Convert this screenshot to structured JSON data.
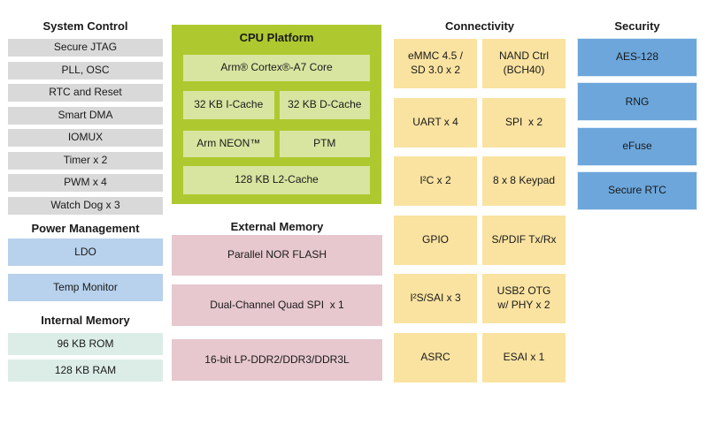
{
  "palette": {
    "gray": "#D9D9D9",
    "lime": "#AEC92F",
    "lime_light": "#D8E5A1",
    "pink": "#E6C8CE",
    "yellow": "#FAE3A1",
    "blue_light": "#B8D1EC",
    "blue": "#6CA6DB",
    "teal": "#DCEDE8",
    "text": "#1A1A1A",
    "background": "#FFFFFF"
  },
  "columns": {
    "system_control": {
      "title": "System Control",
      "items": [
        "Secure JTAG",
        "PLL, OSC",
        "RTC and Reset",
        "Smart DMA",
        "IOMUX",
        "Timer x 2",
        "PWM x 4",
        "Watch Dog x 3"
      ]
    },
    "power_management": {
      "title": "Power Management",
      "items": [
        "LDO",
        "Temp Monitor"
      ]
    },
    "internal_memory": {
      "title": "Internal Memory",
      "items": [
        "96 KB ROM",
        "128 KB RAM"
      ]
    },
    "cpu_platform": {
      "title": "CPU Platform",
      "core": "Arm® Cortex®-A7 Core",
      "icache": "32 KB I-Cache",
      "dcache": "32 KB D-Cache",
      "neon": "Arm NEON™",
      "ptm": "PTM",
      "l2cache": "128 KB L2-Cache"
    },
    "external_memory": {
      "title": "External Memory",
      "items": [
        "Parallel NOR FLASH",
        "Dual-Channel Quad SPI  x 1",
        "16-bit LP-DDR2/DDR3/DDR3L"
      ]
    },
    "connectivity": {
      "title": "Connectivity",
      "items": [
        "eMMC 4.5 /\nSD 3.0 x 2",
        "NAND Ctrl\n(BCH40)",
        "UART x 4",
        "SPI  x 2",
        "I²C x 2",
        "8 x 8 Keypad",
        "GPIO",
        "S/PDIF Tx/Rx",
        "I²S/SAI x 3",
        "USB2 OTG\nw/ PHY x 2",
        "ASRC",
        "ESAI x 1"
      ]
    },
    "security": {
      "title": "Security",
      "items": [
        "AES-128",
        "RNG",
        "eFuse",
        "Secure RTC"
      ]
    }
  }
}
